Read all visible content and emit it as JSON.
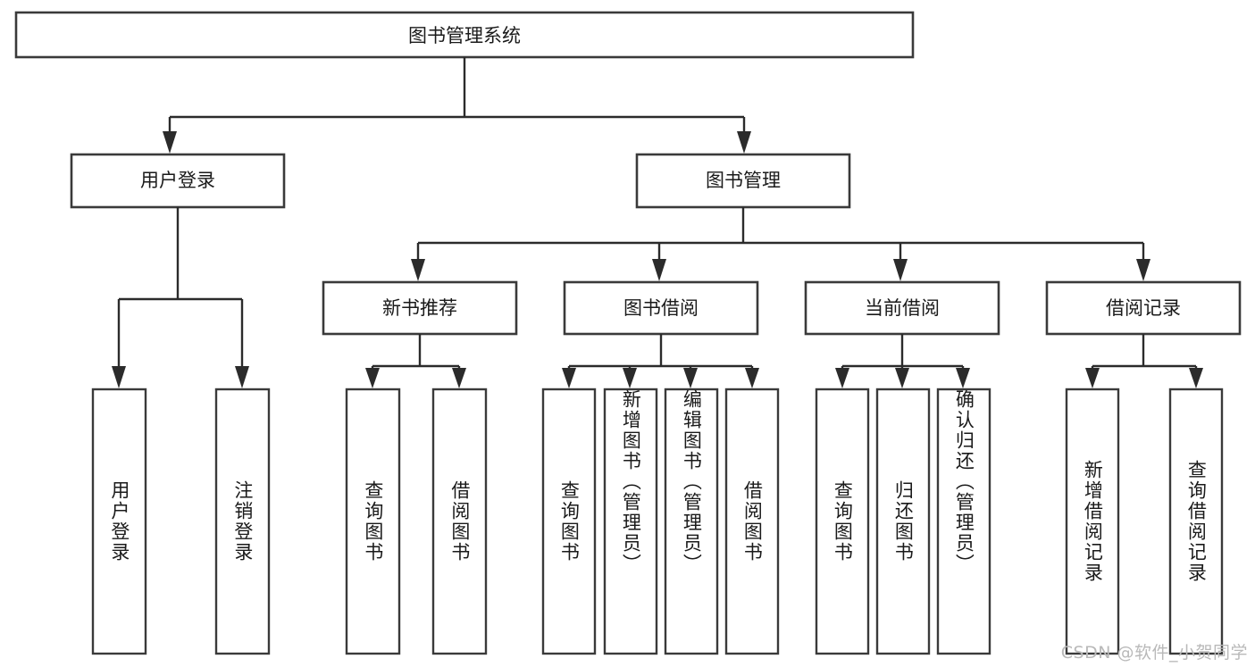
{
  "diagram": {
    "title": "图书管理系统",
    "type": "tree-hierarchy",
    "levels": 4,
    "root": {
      "id": "root",
      "label": "图书管理系统"
    },
    "level2": [
      {
        "id": "user-login",
        "label": "用户登录"
      },
      {
        "id": "book-manage",
        "label": "图书管理"
      }
    ],
    "level3_user": [
      {
        "id": "login",
        "label": "用户登录"
      },
      {
        "id": "logout",
        "label": "注销登录"
      }
    ],
    "level3_book": [
      {
        "id": "new-book-rec",
        "label": "新书推荐"
      },
      {
        "id": "book-borrow",
        "label": "图书借阅"
      },
      {
        "id": "current-borrow",
        "label": "当前借阅"
      },
      {
        "id": "borrow-record",
        "label": "借阅记录"
      }
    ],
    "leaves_new_book_rec": [
      {
        "id": "query-book-1",
        "label": "查询图书"
      },
      {
        "id": "borrow-book-1",
        "label": "借阅图书"
      }
    ],
    "leaves_book_borrow": [
      {
        "id": "query-book-2",
        "label": "查询图书"
      },
      {
        "id": "add-book",
        "label": "新增图书（管理员）"
      },
      {
        "id": "edit-book",
        "label": "编辑图书（管理员）"
      },
      {
        "id": "borrow-book-2",
        "label": "借阅图书"
      }
    ],
    "leaves_current_borrow": [
      {
        "id": "query-book-3",
        "label": "查询图书"
      },
      {
        "id": "return-book",
        "label": "归还图书"
      },
      {
        "id": "confirm-return",
        "label": "确认归还（管理员）"
      }
    ],
    "leaves_borrow_record": [
      {
        "id": "add-record",
        "label": "新增借阅记录"
      },
      {
        "id": "query-record",
        "label": "查询借阅记录"
      }
    ]
  },
  "watermark": {
    "text": "CSDN @软件_小贺同学"
  },
  "colors": {
    "box_stroke": "#3a3a3a",
    "connector": "#2b2b2b",
    "background": "#ffffff",
    "text": "#1a1a1a",
    "watermark": "#b9b9b9"
  }
}
